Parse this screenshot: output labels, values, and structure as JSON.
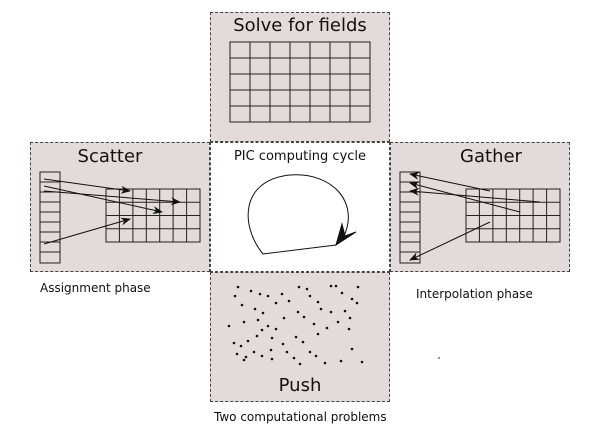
{
  "panels": {
    "top": {
      "title": "Solve for fields"
    },
    "left": {
      "title": "Scatter"
    },
    "right": {
      "title": "Gather"
    },
    "bottom": {
      "title": "Push"
    },
    "center": {
      "title": "PIC computing cycle"
    }
  },
  "captions": {
    "left": "Assignment phase",
    "right": "Interpolation phase",
    "bottom": "Two computational problems"
  },
  "colors": {
    "panel_fill": "#e3dadb",
    "line": "#222222"
  }
}
